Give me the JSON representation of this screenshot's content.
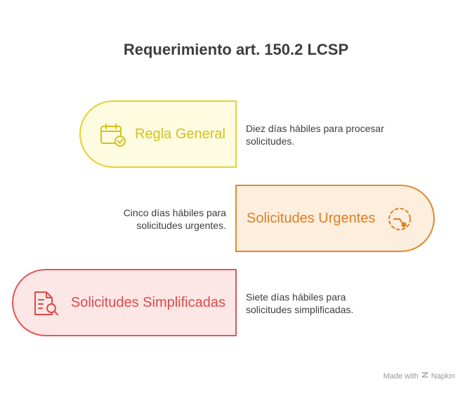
{
  "title": "Requerimiento art. 150.2 LCSP",
  "items": [
    {
      "label": "Regla General",
      "description": "Diez días hábiles para procesar solicitudes.",
      "icon": "calendar-check-icon",
      "colors": {
        "fill": "#fdfbe0",
        "border": "#e3d233",
        "text": "#d4c21d"
      }
    },
    {
      "label": "Solicitudes Urgentes",
      "description": "Cinco días hábiles para solicitudes urgentes.",
      "icon": "timer-icon",
      "colors": {
        "fill": "#fdeede",
        "border": "#df8a32",
        "text": "#dc7f23"
      }
    },
    {
      "label": "Solicitudes Simplificadas",
      "description": "Siete días hábiles para solicitudes simplificadas.",
      "icon": "document-search-icon",
      "colors": {
        "fill": "#fde6e6",
        "border": "#e05757",
        "text": "#dd4a4a"
      }
    }
  ],
  "watermark": {
    "text": "Made with",
    "brand": "Napkin"
  }
}
